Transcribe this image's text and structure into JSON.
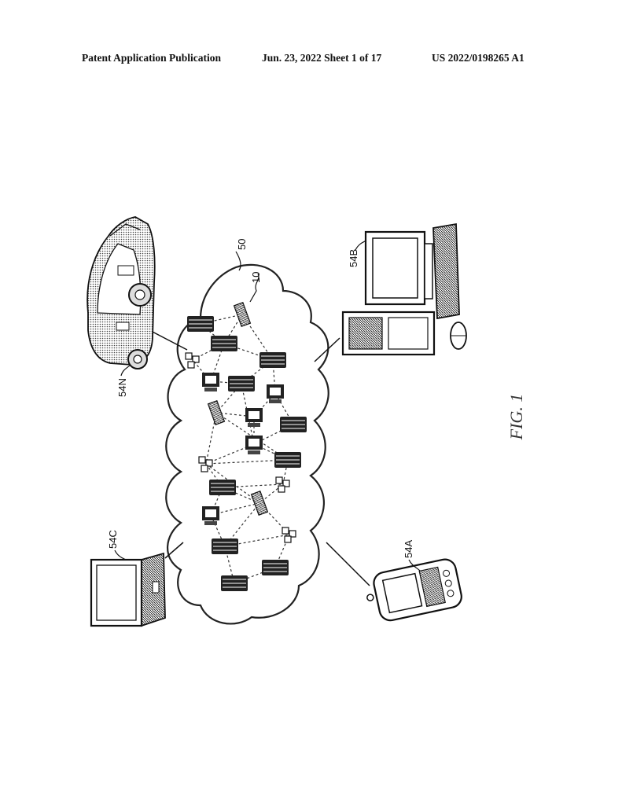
{
  "header": {
    "left": "Patent Application Publication",
    "middle": "Jun. 23, 2022  Sheet 1 of 17",
    "right": "US 2022/0198265 A1"
  },
  "figure": {
    "caption": "FIG. 1",
    "labels": {
      "cloud": "50",
      "network": "10",
      "car": "54N",
      "desktop": "54B",
      "laptop": "54C",
      "pda": "54A"
    }
  }
}
